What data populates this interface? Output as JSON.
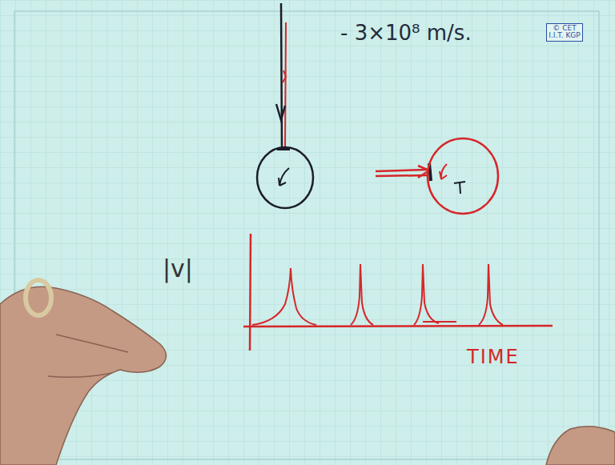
{
  "diagram": {
    "nodes": [
      {
        "text": [
          "© CET I.I.T. KGP"
        ]
      }
    ],
    "labels": [
      "- 3×10⁸ m/s.",
      "|v|",
      "TIME"
    ]
  }
}
